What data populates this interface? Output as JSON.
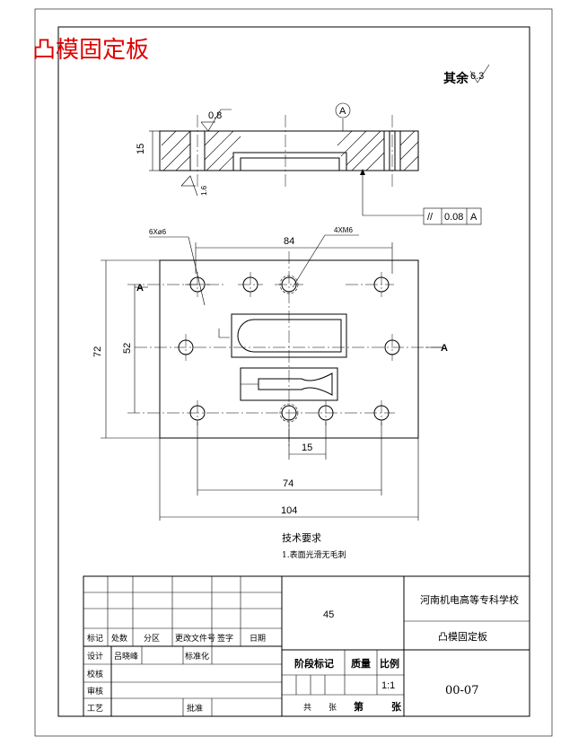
{
  "title": "凸模固定板",
  "roughness": {
    "other": "其余",
    "other_value": "6.3",
    "face_top": "0.8",
    "face_bottom": "1.6"
  },
  "datum": "A",
  "tolerance_frame": {
    "symbol": "//",
    "value": "0.08",
    "datum": "A"
  },
  "dimensions": {
    "thickness": "15",
    "hole_spacing_top": "84",
    "height_overall": "72",
    "height_inner": "52",
    "hole_spacing_bottom": "15",
    "hole_spacing_74": "74",
    "width_overall": "104"
  },
  "callouts": {
    "holes": "6Xø6",
    "threads": "4XM6"
  },
  "section_mark": "A",
  "tech_req": {
    "heading": "技术要求",
    "item1": "1.表面光滑无毛刺"
  },
  "title_block": {
    "material": "45",
    "school": "河南机电高等专科学校",
    "part_name": "凸模固定板",
    "drawing_no": "00-07",
    "scale": "1:1",
    "headers": [
      "标记",
      "处数",
      "分区",
      "更改文件号",
      "签字",
      "日期"
    ],
    "design": "设计",
    "designer": "吕晓峰",
    "standardize": "标准化",
    "check": "校核",
    "review": "审核",
    "process": "工艺",
    "approve": "批准",
    "stage_mark": "阶段标记",
    "weight": "质量",
    "scale_label": "比例",
    "total": "共",
    "sheets": "张",
    "sheet_no": "第",
    "sheet_unit": "张"
  }
}
